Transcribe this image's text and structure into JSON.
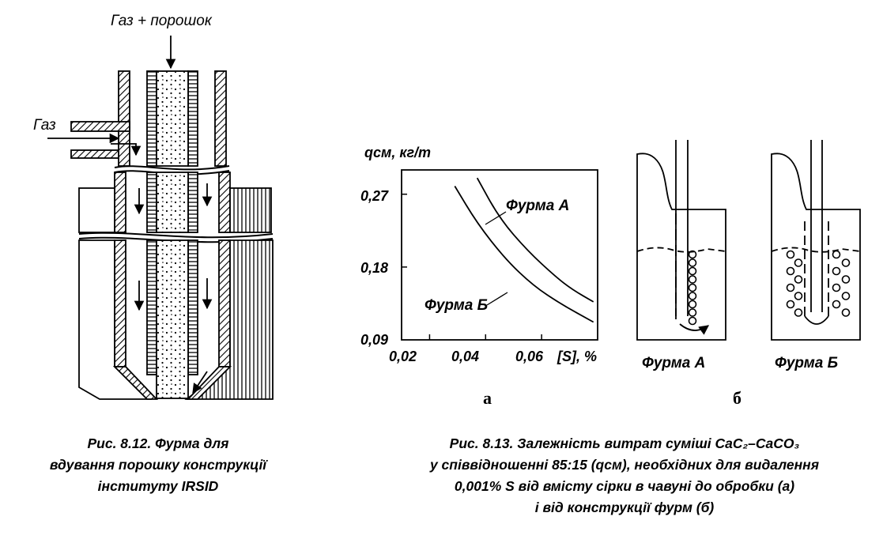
{
  "fig812": {
    "label_top": "Газ + порошок",
    "label_left": "Газ",
    "caption_lines": [
      "Рис. 8.12. Фурма для",
      "вдування порошку конструкції",
      "інституту IRSID"
    ]
  },
  "fig813": {
    "panel_a_label": "а",
    "panel_b_label": "б",
    "lance_a_label": "Фурма А",
    "lance_b_label": "Фурма Б",
    "caption_lines": [
      "Рис. 8.13. Залежність витрат суміші CaC₂–CaCO₃",
      "у співвідношенні 85:15 (qсм), необхідних для видалення",
      "0,001% S від вмісту сірки в чавуні до обробки (а)",
      "і від конструкції фурм (б)"
    ]
  },
  "chart_data": {
    "type": "line",
    "ylabel": "qсм, кг/т",
    "xlabel": "[S], %",
    "x_ticks": [
      "0,02",
      "0,04",
      "0,06"
    ],
    "y_ticks": [
      "0,27",
      "0,18",
      "0,09"
    ],
    "xlim": [
      0.01,
      0.08
    ],
    "ylim": [
      0.09,
      0.3
    ],
    "grid": false,
    "series": [
      {
        "name": "Фурма А",
        "x": [
          0.037,
          0.045,
          0.055,
          0.065,
          0.071,
          0.0785
        ],
        "y": [
          0.29,
          0.24,
          0.2,
          0.168,
          0.152,
          0.137
        ]
      },
      {
        "name": "Фурма Б",
        "x": [
          0.029,
          0.037,
          0.047,
          0.057,
          0.067,
          0.0785
        ],
        "y": [
          0.28,
          0.234,
          0.19,
          0.157,
          0.134,
          0.112
        ]
      }
    ]
  }
}
